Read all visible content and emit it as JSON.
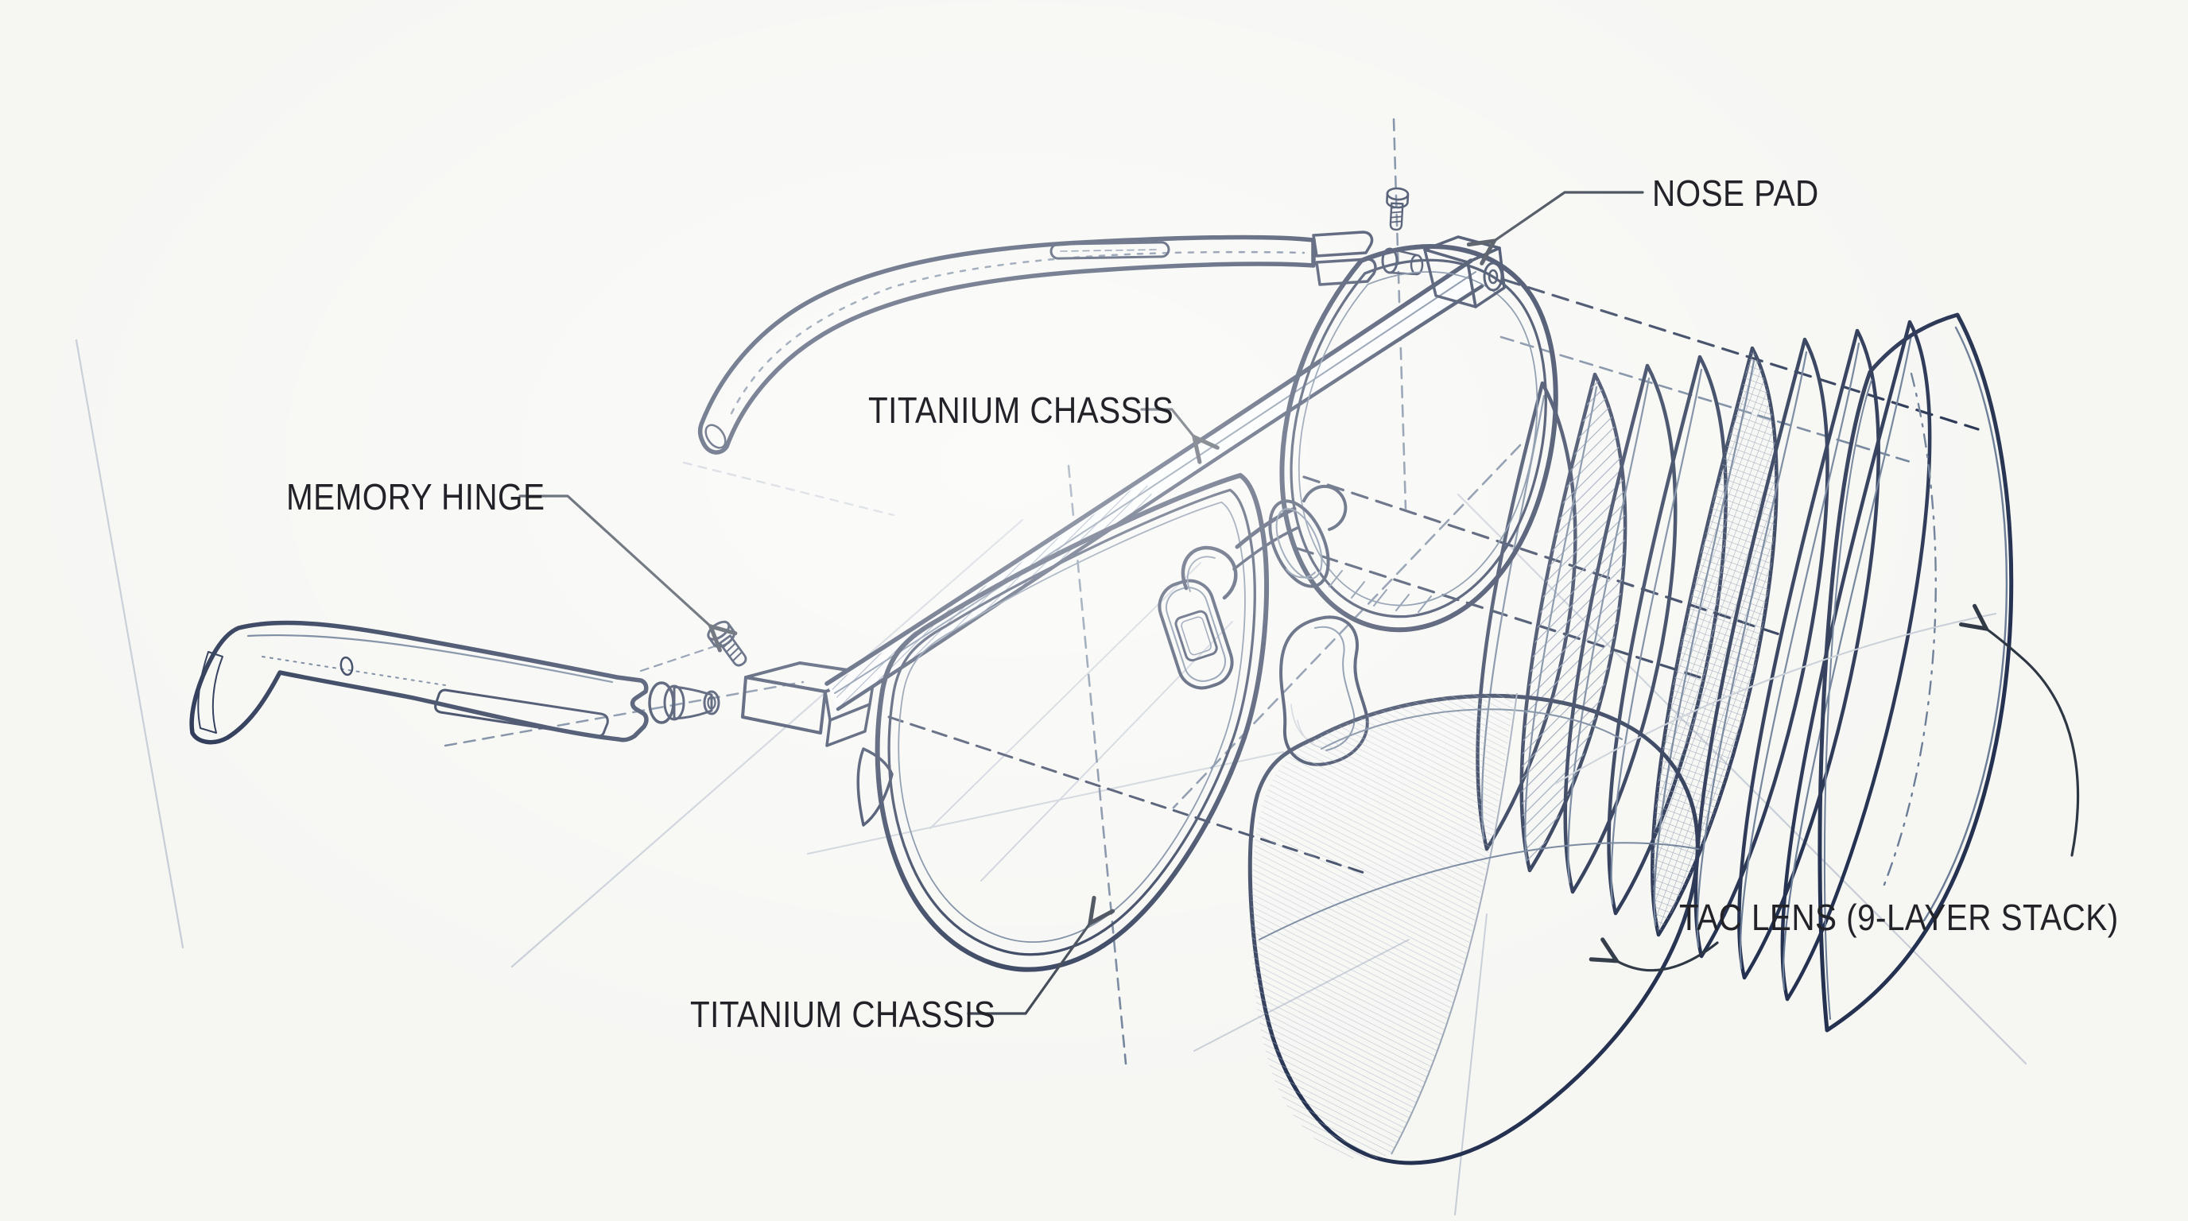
{
  "diagram": {
    "labels": {
      "nose_pad": "NOSE PAD",
      "titanium_chassis_top": "TITANIUM CHASSIS",
      "memory_hinge": "MEMORY HINGE",
      "titanium_chassis_bottom": "TITANIUM CHASSIS",
      "tac_lens_stack": "TAC LENS (9-LAYER STACK)"
    },
    "colors": {
      "ink": "#243150",
      "ink_soft": "#6b7d96",
      "pencil": "#c6cdd6",
      "label_text": "#222329",
      "background": "#f6f6f3",
      "lens_fill": "#e7ebef"
    }
  }
}
